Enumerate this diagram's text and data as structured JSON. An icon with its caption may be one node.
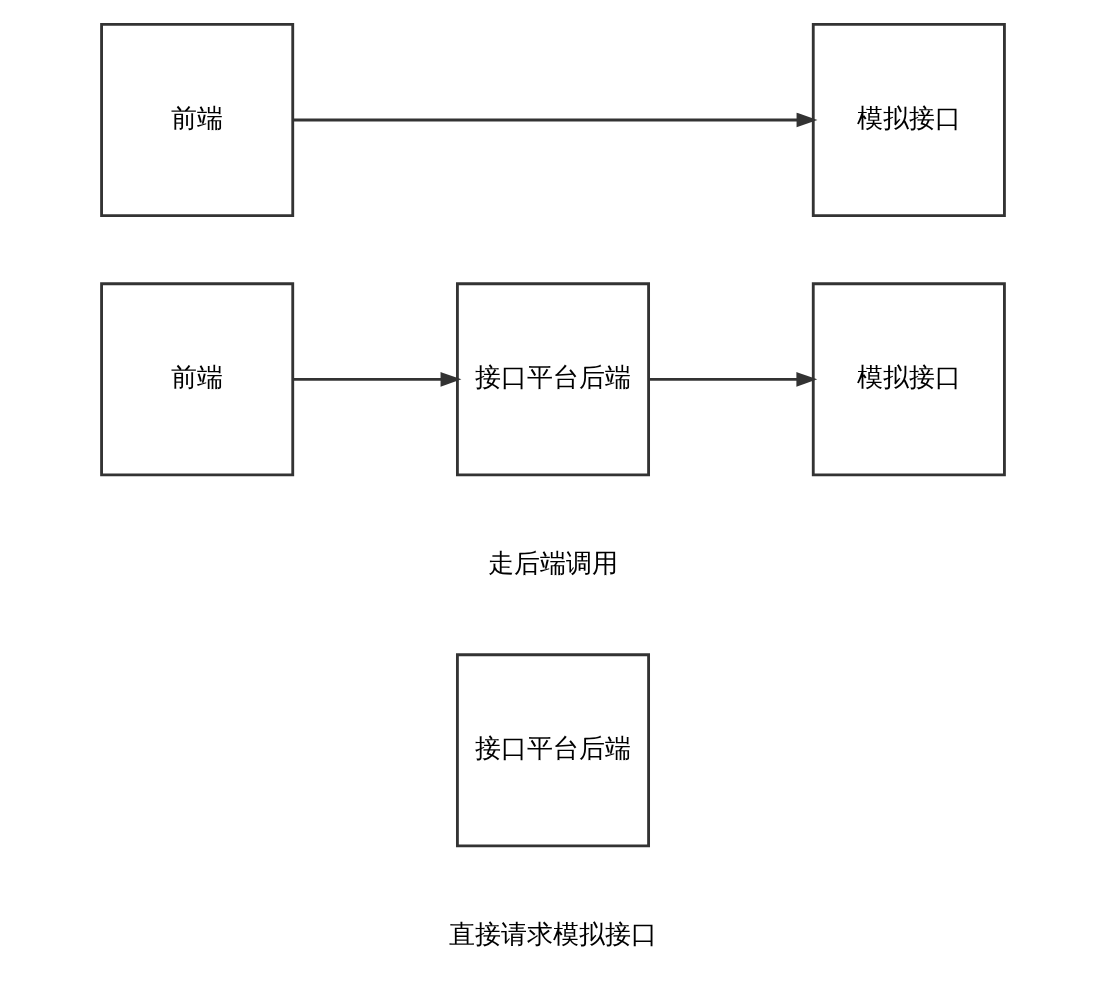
{
  "diagram": {
    "nodes": [
      {
        "text": [
          "前端"
        ]
      },
      {
        "text": [
          "接口平台后端"
        ]
      },
      {
        "text": [
          "模拟接口"
        ]
      },
      {
        "text": [
          "前端"
        ]
      },
      {
        "text": [
          "模拟接口"
        ]
      },
      {
        "text": [
          "接口平台后端"
        ]
      }
    ],
    "edges": [
      {
        "from": 0,
        "to": 1,
        "arrow": "to"
      },
      {
        "from": 1,
        "to": 2,
        "arrow": "to"
      },
      {
        "from": 3,
        "to": 4,
        "arrow": "to"
      }
    ],
    "labels": [
      "走后端调用",
      "直接请求模拟接口"
    ]
  }
}
